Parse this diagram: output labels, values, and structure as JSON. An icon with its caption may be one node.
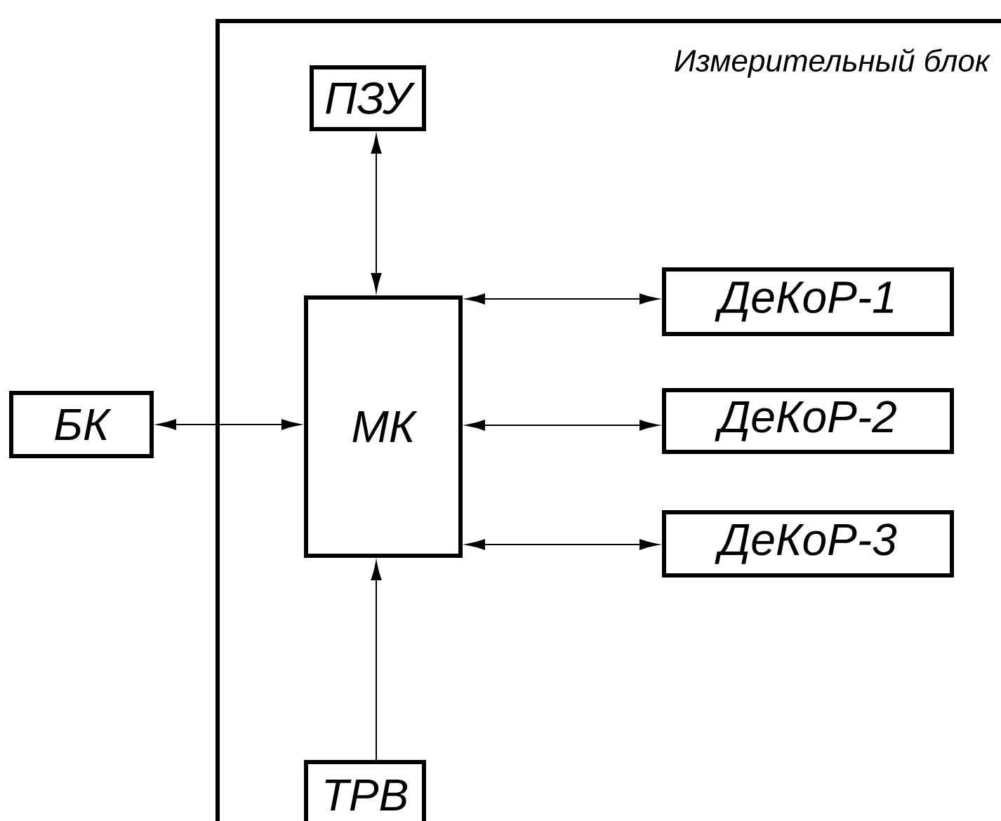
{
  "diagram": {
    "nodes": [
      {
        "text": [
          "Измерительный блок"
        ]
      },
      {
        "text": [
          "ПЗУ"
        ],
        "in": 0
      },
      {
        "text": [
          "БК"
        ]
      },
      {
        "text": [
          "МК"
        ],
        "in": 0
      },
      {
        "text": [
          "ДеКоР-1"
        ],
        "in": 0
      },
      {
        "text": [
          "ДеКоР-2"
        ],
        "in": 0
      },
      {
        "text": [
          "ДеКоР-3"
        ],
        "in": 0
      },
      {
        "text": [
          "ТРВ"
        ],
        "in": 0
      }
    ],
    "edges": [
      {
        "from": 1,
        "to": 3,
        "arrow": "both"
      },
      {
        "from": 2,
        "to": 3,
        "arrow": "both"
      },
      {
        "from": 3,
        "to": 4,
        "arrow": "both"
      },
      {
        "from": 3,
        "to": 5,
        "arrow": "both"
      },
      {
        "from": 3,
        "to": 6,
        "arrow": "both"
      },
      {
        "from": 7,
        "to": 3,
        "arrow": "to"
      }
    ]
  }
}
